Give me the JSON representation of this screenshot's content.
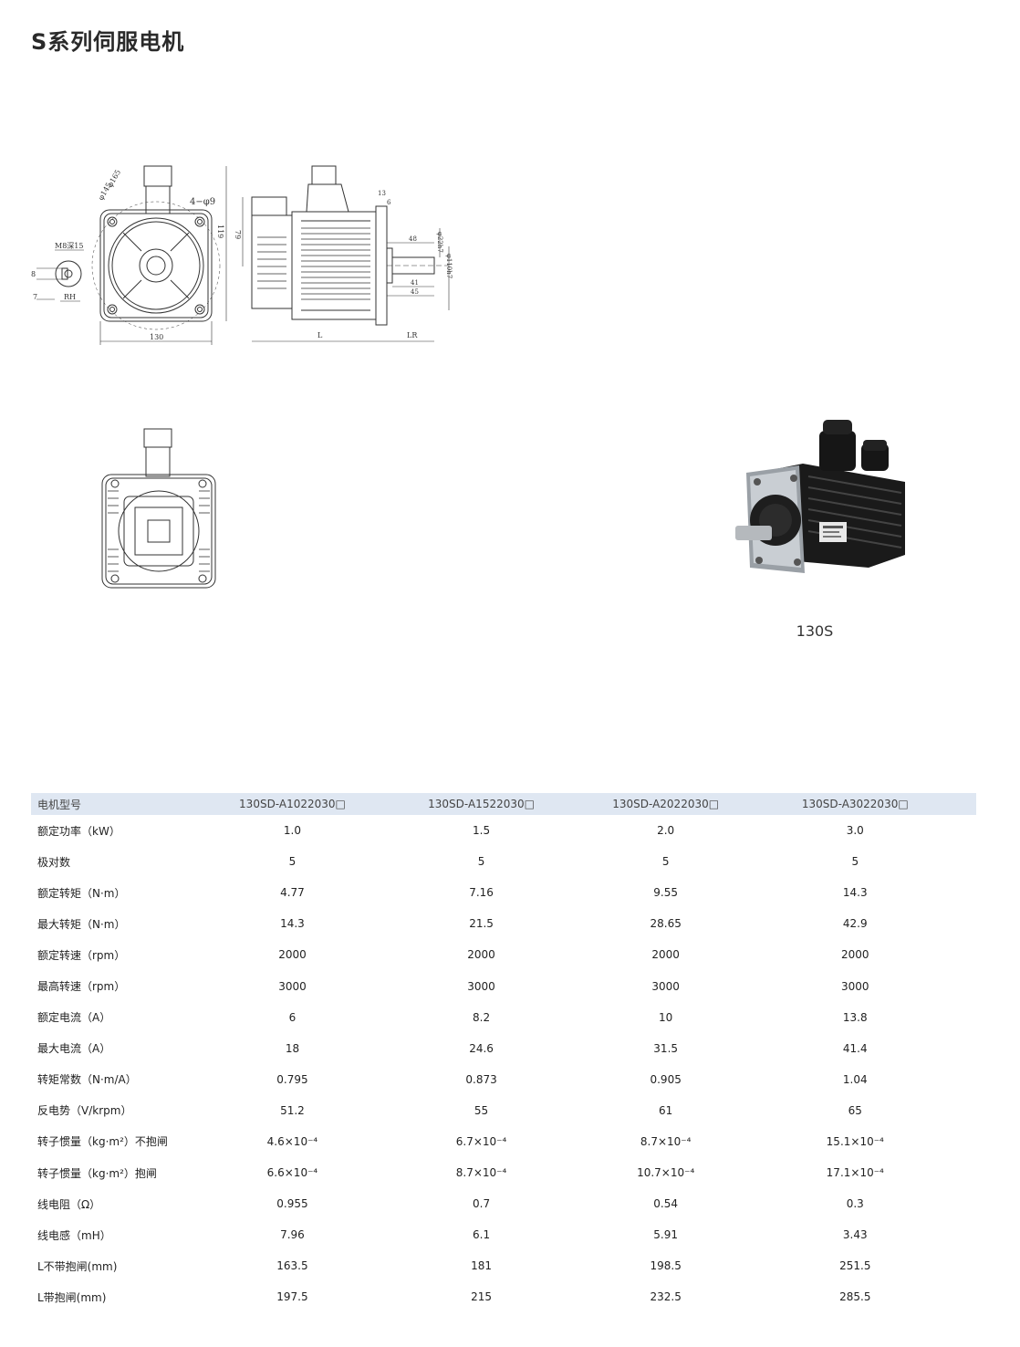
{
  "page": {
    "title": "S系列伺服电机"
  },
  "drawing": {
    "labels": {
      "d165": "φ165",
      "d145": "φ145",
      "holes": "4−φ9",
      "h119": "119",
      "m8": "M8深15",
      "k8": "8",
      "k7": "7",
      "rh": "RH",
      "w130": "130",
      "h79": "79",
      "d13": "13",
      "d6": "6",
      "d48": "48",
      "d41": "41",
      "d45": "45",
      "shaft": "φ22h7",
      "spigot": "φ110h7",
      "L": "L",
      "LR": "LR"
    }
  },
  "product": {
    "caption": "130S"
  },
  "spec_table": {
    "header": [
      "电机型号",
      "130SD-A1022030□",
      "130SD-A1522030□",
      "130SD-A2022030□",
      "130SD-A3022030□"
    ],
    "rows": [
      {
        "label": "额定功率（kW）",
        "values": [
          "1.0",
          "1.5",
          "2.0",
          "3.0"
        ]
      },
      {
        "label": "极对数",
        "values": [
          "5",
          "5",
          "5",
          "5"
        ]
      },
      {
        "label": "额定转矩（N·m）",
        "values": [
          "4.77",
          "7.16",
          "9.55",
          "14.3"
        ]
      },
      {
        "label": "最大转矩（N·m）",
        "values": [
          "14.3",
          "21.5",
          "28.65",
          "42.9"
        ]
      },
      {
        "label": "额定转速（rpm）",
        "values": [
          "2000",
          "2000",
          "2000",
          "2000"
        ]
      },
      {
        "label": "最高转速（rpm）",
        "values": [
          "3000",
          "3000",
          "3000",
          "3000"
        ]
      },
      {
        "label": "额定电流（A）",
        "values": [
          "6",
          "8.2",
          "10",
          "13.8"
        ]
      },
      {
        "label": "最大电流（A）",
        "values": [
          "18",
          "24.6",
          "31.5",
          "41.4"
        ]
      },
      {
        "label": "转矩常数（N·m/A）",
        "values": [
          "0.795",
          "0.873",
          "0.905",
          "1.04"
        ]
      },
      {
        "label": "反电势（V/krpm）",
        "values": [
          "51.2",
          "55",
          "61",
          "65"
        ]
      },
      {
        "label": "转子惯量（kg·m²）不抱闸",
        "values": [
          "4.6×10⁻⁴",
          "6.7×10⁻⁴",
          "8.7×10⁻⁴",
          "15.1×10⁻⁴"
        ]
      },
      {
        "label": "转子惯量（kg·m²）抱闸",
        "values": [
          "6.6×10⁻⁴",
          "8.7×10⁻⁴",
          "10.7×10⁻⁴",
          "17.1×10⁻⁴"
        ]
      },
      {
        "label": "线电阻（Ω）",
        "values": [
          "0.955",
          "0.7",
          "0.54",
          "0.3"
        ]
      },
      {
        "label": "线电感（mH）",
        "values": [
          "7.96",
          "6.1",
          "5.91",
          "3.43"
        ]
      },
      {
        "label": "L不带抱闸(mm)",
        "values": [
          "163.5",
          "181",
          "198.5",
          "251.5"
        ]
      },
      {
        "label": "L带抱闸(mm)",
        "values": [
          "197.5",
          "215",
          "232.5",
          "285.5"
        ]
      }
    ]
  }
}
